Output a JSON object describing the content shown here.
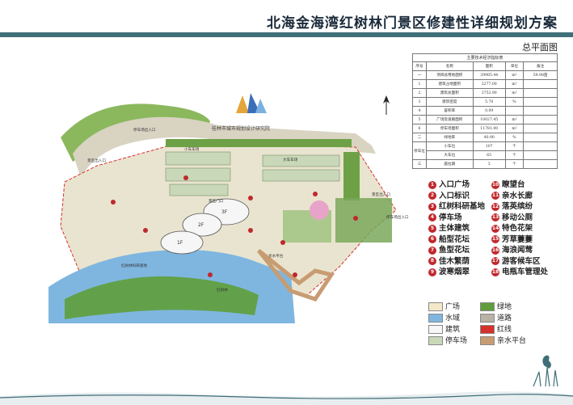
{
  "header": {
    "title": "北海金海湾红树林门景区修建性详细规划方案",
    "subtitle": "总平面图"
  },
  "table": {
    "caption": "主要技术经济指标表",
    "columns": [
      "序号",
      "名称",
      "面积",
      "单位",
      "备注"
    ],
    "rows": [
      {
        "no": "一",
        "name": "项目总用地面积",
        "area": "39985.44",
        "unit": "m²",
        "note": "59.98亩"
      },
      {
        "no": "1",
        "name": "建筑占地面积",
        "area": "2277.00",
        "unit": "m²",
        "note": ""
      },
      {
        "no": "2",
        "name": "建筑总面积",
        "area": "3752.90",
        "unit": "m²",
        "note": ""
      },
      {
        "no": "3",
        "name": "建筑密度",
        "area": "5.70",
        "unit": "%",
        "note": ""
      },
      {
        "no": "4",
        "name": "容积率",
        "area": "0.09",
        "unit": "",
        "note": ""
      },
      {
        "no": "5",
        "name": "广场及道路面积",
        "area": "10027.45",
        "unit": "m²",
        "note": ""
      },
      {
        "no": "6",
        "name": "停车场面积",
        "area": "11781.00",
        "unit": "m²",
        "note": ""
      },
      {
        "no": "二",
        "name": "绿地率",
        "area": "40.90",
        "unit": "%",
        "note": ""
      },
      {
        "no": "",
        "name": "小车位",
        "area": "107",
        "unit": "个",
        "note": ""
      },
      {
        "no": "",
        "name": "大车位",
        "area": "65",
        "unit": "个",
        "note": ""
      },
      {
        "no": "三",
        "name": "座拉期",
        "area": "3",
        "unit": "个",
        "note": ""
      }
    ],
    "merged_label": "停车位"
  },
  "plan": {
    "institute": "桂林市城市规划设计研究院",
    "labels": {
      "parking_in": "停车场出入口",
      "scenic_in_left": "景区出入口",
      "scenic_in_right": "景区出入口",
      "parking_out": "停车场出入口",
      "small_parking": "小车车场",
      "big_parking": "大车车场",
      "entrance_square": "景区门口",
      "research_base": "红树林科研基地",
      "mangrove": "红树林",
      "platform": "亲水平台",
      "building_a": "1F",
      "building_b": "2F",
      "building_c": "3F"
    }
  },
  "legend": {
    "items_left": [
      {
        "num": "1",
        "label": "入口广场"
      },
      {
        "num": "2",
        "label": "入口标识"
      },
      {
        "num": "3",
        "label": "红树科研基地"
      },
      {
        "num": "4",
        "label": "停车场"
      },
      {
        "num": "5",
        "label": "主体建筑"
      },
      {
        "num": "6",
        "label": "船型花坛"
      },
      {
        "num": "7",
        "label": "鱼型花坛"
      },
      {
        "num": "8",
        "label": "佳木繁荫"
      },
      {
        "num": "9",
        "label": "波寒烟翠"
      }
    ],
    "items_right": [
      {
        "num": "10",
        "label": "瞭望台"
      },
      {
        "num": "11",
        "label": "亲水长廊"
      },
      {
        "num": "12",
        "label": "落英缤纷"
      },
      {
        "num": "13",
        "label": "移动公厕"
      },
      {
        "num": "14",
        "label": "特色花架"
      },
      {
        "num": "15",
        "label": "芳草萋萋"
      },
      {
        "num": "16",
        "label": "海浪闻莺"
      },
      {
        "num": "17",
        "label": "游客候车区"
      },
      {
        "num": "18",
        "label": "电瓶车管理处"
      }
    ],
    "symbols": [
      {
        "label": "广场",
        "color": "#f3e9c9"
      },
      {
        "label": "绿地",
        "color": "#5f9e3a"
      },
      {
        "label": "水域",
        "color": "#7fb6e0"
      },
      {
        "label": "道路",
        "color": "#b9b2a5"
      },
      {
        "label": "建筑",
        "color": "#f6f6f6"
      },
      {
        "label": "红线",
        "color": "#d4322b"
      },
      {
        "label": "停车场",
        "color": "#c9d8b8"
      },
      {
        "label": "亲水平台",
        "color": "#c89c72"
      }
    ]
  },
  "colors": {
    "accent": "#3f6f78",
    "marker": "#c0282d"
  }
}
